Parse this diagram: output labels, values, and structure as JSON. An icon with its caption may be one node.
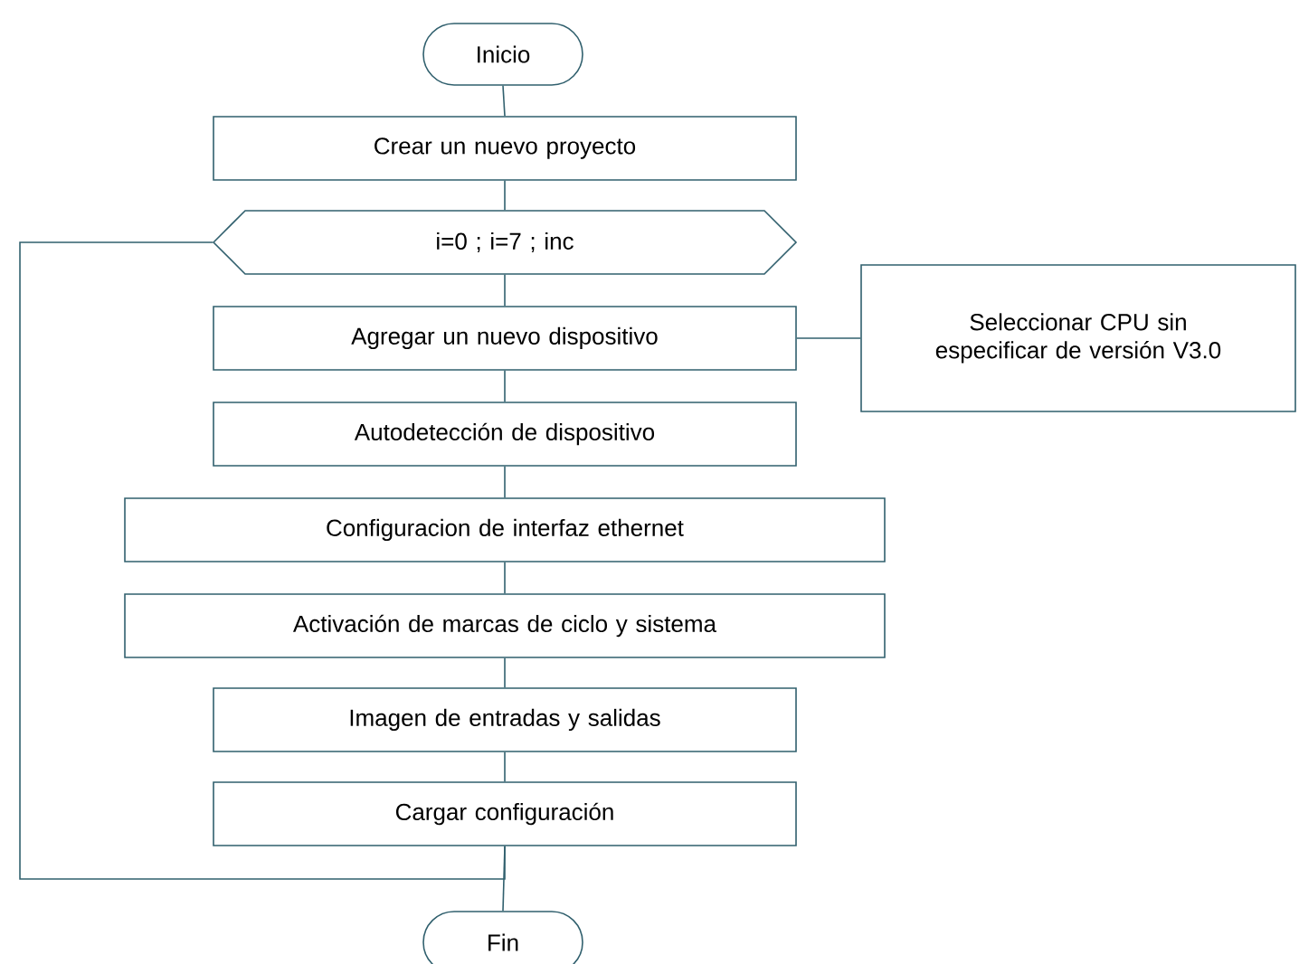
{
  "diagram": {
    "nodes": [
      {
        "text": [
          "Inicio"
        ]
      },
      {
        "text": [
          "Crear un nuevo proyecto"
        ]
      },
      {
        "text": [
          "i=0 ; i=7 ; inc"
        ]
      },
      {
        "text": [
          "Agregar un nuevo dispositivo"
        ]
      },
      {
        "text": [
          "Seleccionar CPU sin especificar de versión V3.0"
        ]
      },
      {
        "text": [
          "Autodetección de dispositivo"
        ]
      },
      {
        "text": [
          "Configuracion de interfaz ethernet"
        ]
      },
      {
        "text": [
          "Activación de marcas de ciclo y sistema"
        ]
      },
      {
        "text": [
          "Imagen de entradas y salidas"
        ]
      },
      {
        "text": [
          "Cargar configuración"
        ]
      },
      {
        "text": [
          "Fin"
        ]
      }
    ],
    "edges": [
      {
        "from": 0,
        "to": 1,
        "arrow": "none"
      },
      {
        "from": 1,
        "to": 2,
        "arrow": "none"
      },
      {
        "from": 2,
        "to": 3,
        "arrow": "none"
      },
      {
        "from": 3,
        "to": 4,
        "arrow": "none"
      },
      {
        "from": 3,
        "to": 5,
        "arrow": "none"
      },
      {
        "from": 5,
        "to": 6,
        "arrow": "none"
      },
      {
        "from": 6,
        "to": 7,
        "arrow": "none"
      },
      {
        "from": 7,
        "to": 8,
        "arrow": "none"
      },
      {
        "from": 8,
        "to": 9,
        "arrow": "none"
      },
      {
        "from": 9,
        "to": 10,
        "arrow": "none"
      },
      {
        "from": 9,
        "to": 2,
        "arrow": "none"
      }
    ]
  }
}
